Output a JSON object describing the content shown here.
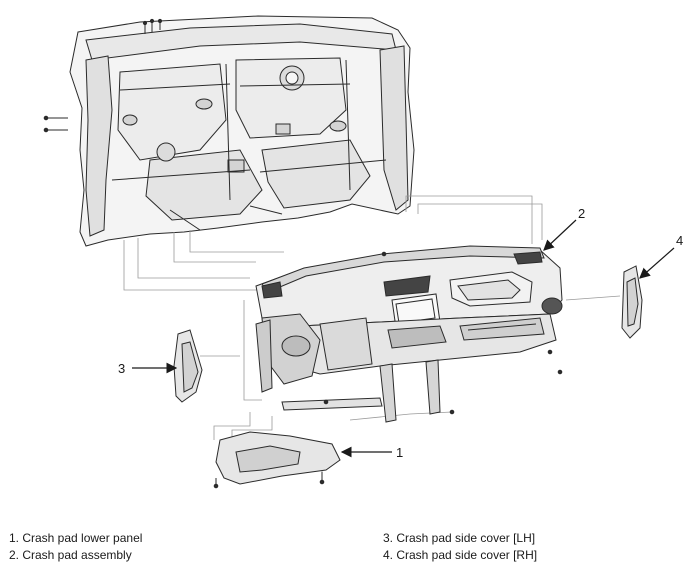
{
  "callouts": {
    "c1": "1",
    "c2": "2",
    "c3": "3",
    "c4": "4"
  },
  "legend": {
    "left": [
      "1. Crash pad lower panel",
      "2. Crash pad assembly"
    ],
    "right": [
      "3. Crash pad side cover [LH]",
      "4. Crash pad side cover [RH]"
    ]
  },
  "colors": {
    "line": "#2b2b2b",
    "leader": "#9a9a9a",
    "fill_light": "#f4f4f4",
    "fill_mid": "#d9d9d9",
    "fill_dark": "#444444"
  }
}
